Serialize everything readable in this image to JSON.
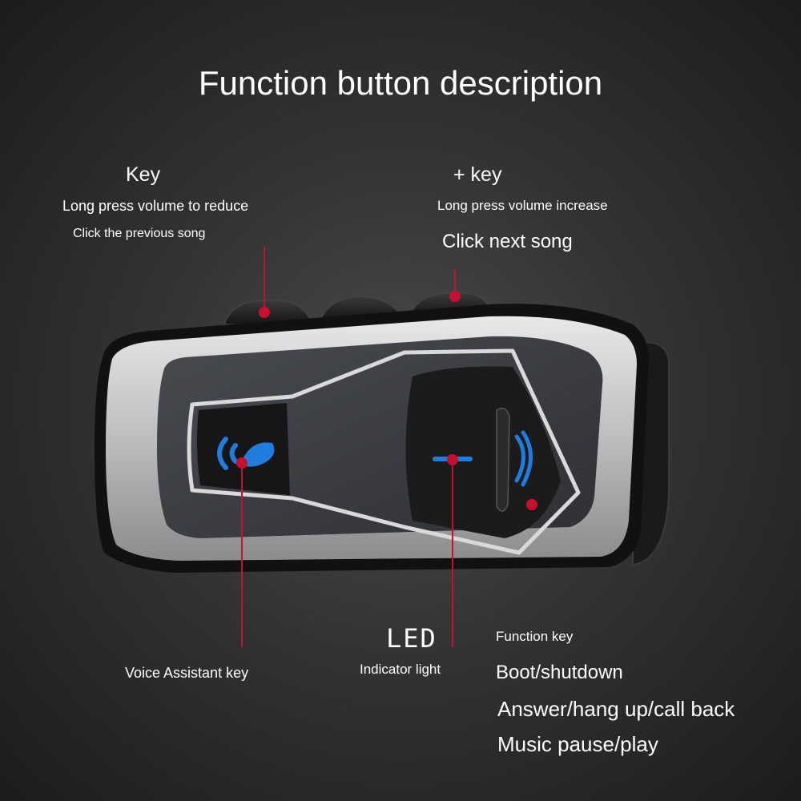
{
  "title": "Function button description",
  "minus_key": {
    "label": "Key",
    "line1": "Long press volume to reduce",
    "line2": "Click the previous song"
  },
  "plus_key": {
    "label": "+ key",
    "line1": "Long press volume increase",
    "line2": "Click next song"
  },
  "voice_key": {
    "label": "Voice Assistant key"
  },
  "led": {
    "label": "LED",
    "sub": "Indicator light"
  },
  "function_key": {
    "label": "Function key",
    "items": [
      "Boot/shutdown",
      "Answer/hang up/call back",
      "Music pause/play"
    ]
  },
  "colors": {
    "pointer": "#c8102e",
    "icon_blue": "#1f7de0",
    "shell_silver": "#c8c8c8",
    "panel_dark": "#3b3e42"
  }
}
